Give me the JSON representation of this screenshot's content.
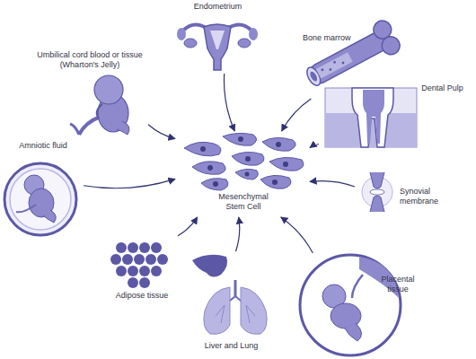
{
  "diagram": {
    "nodes": [
      {
        "text": [
          "Endometrium"
        ]
      },
      {
        "text": [
          "Umbilical cord blood or tissue (Wharton's Jelly)"
        ]
      },
      {
        "text": [
          "Bone marrow"
        ]
      },
      {
        "text": [
          "Dental Pulp"
        ]
      },
      {
        "text": [
          "Amniotic fluid"
        ]
      },
      {
        "text": [
          "Mesenchymal Stem Cell"
        ]
      },
      {
        "text": [
          "Synovial membrane"
        ]
      },
      {
        "text": [
          "Adipose tissue"
        ]
      },
      {
        "text": [
          "Liver and Lung"
        ]
      },
      {
        "text": [
          "Placental tissue"
        ]
      }
    ],
    "edges": [
      {
        "from": 0,
        "to": 5,
        "arrow": "to"
      },
      {
        "from": 1,
        "to": 5,
        "arrow": "to"
      },
      {
        "from": 2,
        "to": 5,
        "arrow": "to"
      },
      {
        "from": 3,
        "to": 5,
        "arrow": "to"
      },
      {
        "from": 4,
        "to": 5,
        "arrow": "to"
      },
      {
        "from": 6,
        "to": 5,
        "arrow": "to"
      },
      {
        "from": 7,
        "to": 5,
        "arrow": "to"
      },
      {
        "from": 8,
        "to": 5,
        "arrow": "to"
      },
      {
        "from": 9,
        "to": 5,
        "arrow": "to"
      }
    ]
  }
}
